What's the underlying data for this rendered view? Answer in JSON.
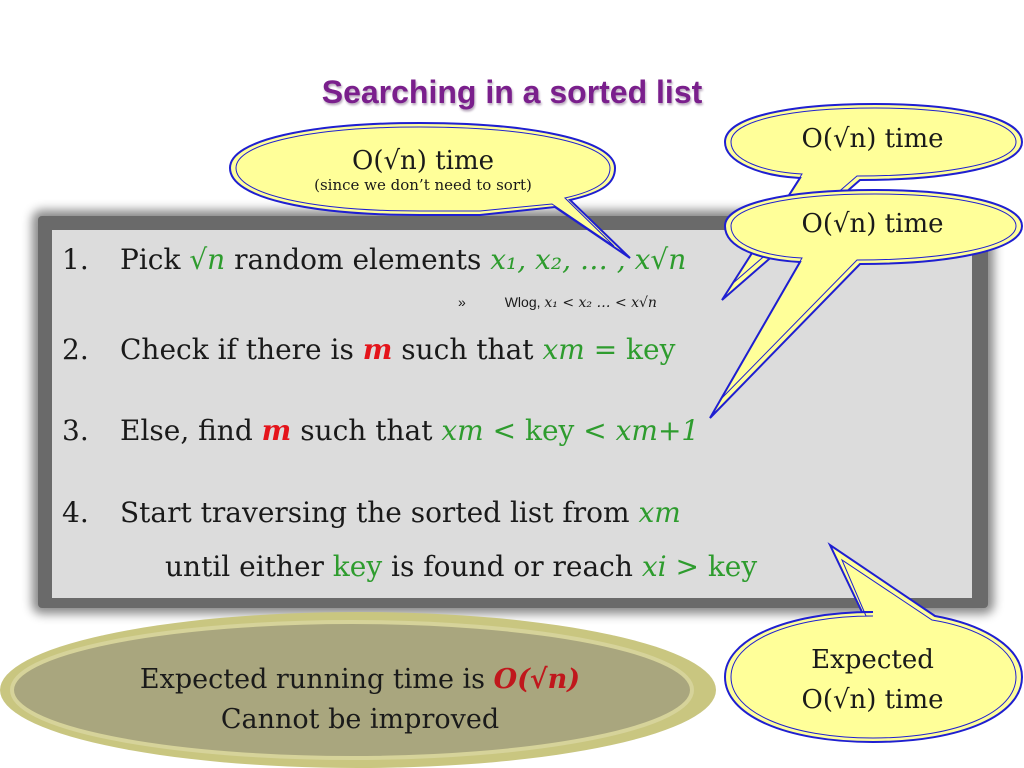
{
  "title": "Searching in a sorted list",
  "steps": [
    {
      "number": "1.",
      "text_a": "Pick ",
      "math_a": "√n",
      "text_b": " random elements ",
      "math_b": "x₁, x₂, … , x√n"
    },
    {
      "number": "2.",
      "text_a": "Check if there is ",
      "m": "m",
      "text_b": " such that ",
      "math_a": "xm",
      "math_b": "= key"
    },
    {
      "number": "3.",
      "text_a": "Else, find ",
      "m": "m",
      "text_b": " such that ",
      "math_a": "xm",
      "math_b": "<  key  <",
      "math_c": "xm+1"
    },
    {
      "number": "4.",
      "text_a": "Start traversing the sorted list from ",
      "math_a": "xm",
      "line2_a": "until either ",
      "line2_key": "key",
      "line2_b": " is found or reach ",
      "line2_math": "xi",
      "line2_end": "> key"
    }
  ],
  "wlog": {
    "bullet": "»",
    "label": "Wlog, ",
    "math": "x₁ < x₂ … < x√n"
  },
  "callouts": {
    "sort_free": {
      "main": "O(√n) time",
      "sub": "(since we don’t need to sort)"
    },
    "pick": {
      "main": "O(√n) time"
    },
    "find": {
      "main": "O(√n) time"
    },
    "traverse": {
      "line1": "Expected",
      "line2": "O(√n) time"
    }
  },
  "summary": {
    "line1_text": "Expected running time is ",
    "line1_math": "O(√n)",
    "line2": "Cannot be improved"
  },
  "colors": {
    "title": "#7a1f8c",
    "math_green": "#2e9c2e",
    "highlight_red": "#e4141b",
    "callout_fill": "#ffff99",
    "callout_border": "#1f1fd1",
    "oval_fill": "#a9a67e"
  }
}
